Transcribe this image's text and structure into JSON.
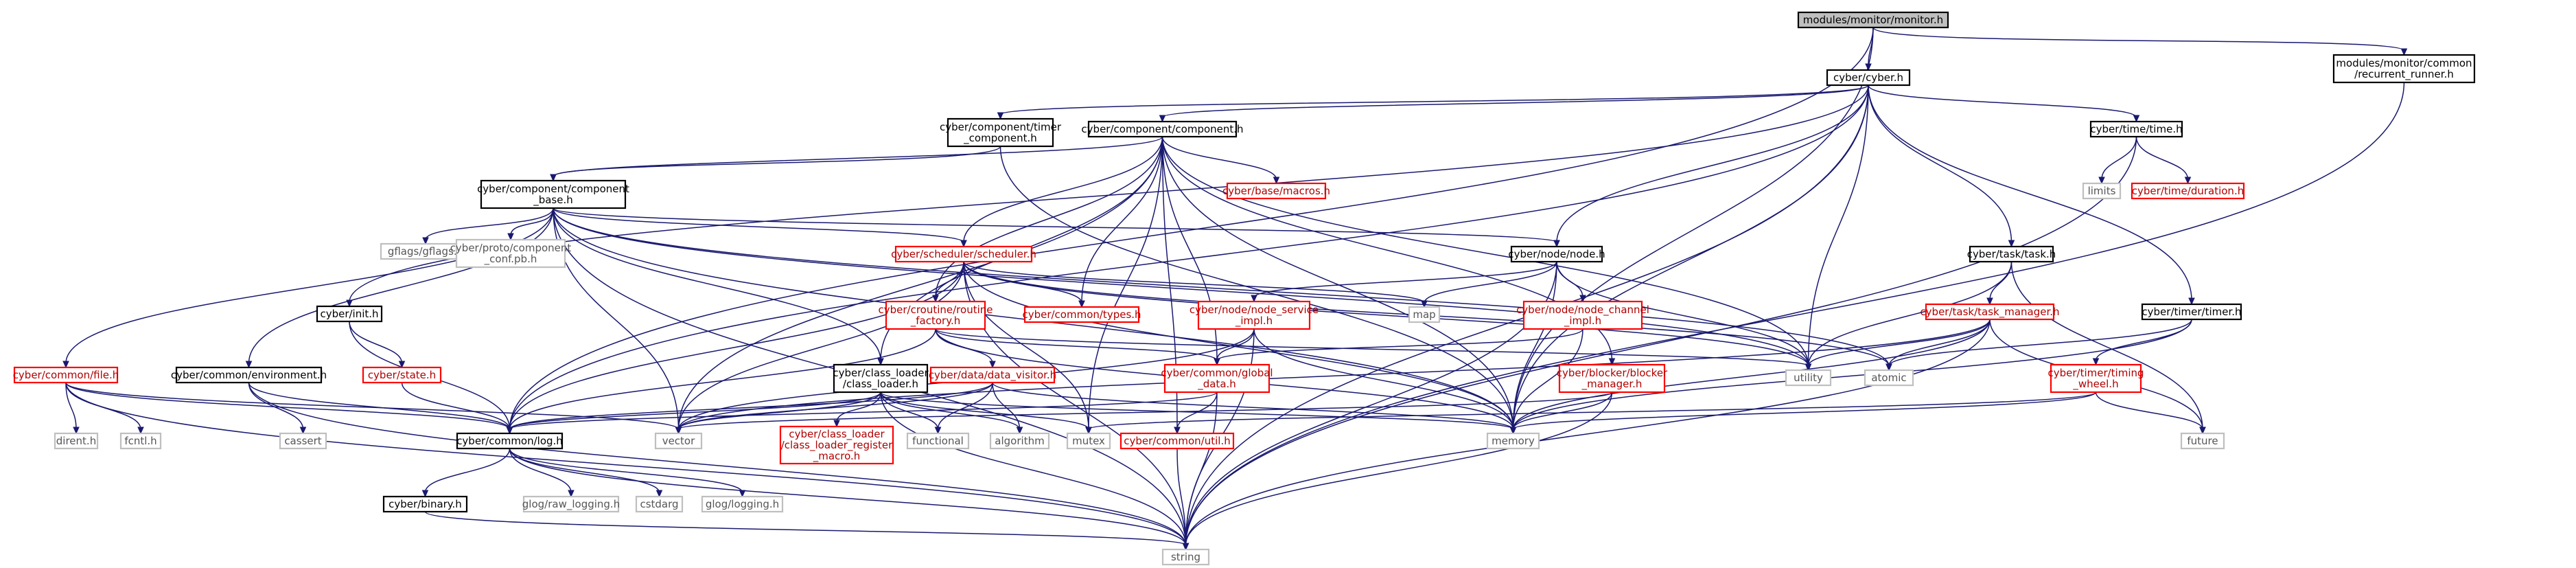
{
  "nodes": [
    {
      "id": "root",
      "label": [
        "modules/monitor/monitor.h"
      ],
      "kind": "root"
    },
    {
      "id": "cyber",
      "label": [
        "cyber/cyber.h"
      ],
      "kind": "black"
    },
    {
      "id": "recurrent",
      "label": [
        "modules/monitor/common",
        "/recurrent_runner.h"
      ],
      "kind": "black"
    },
    {
      "id": "timer_comp",
      "label": [
        "cyber/component/timer",
        "_component.h"
      ],
      "kind": "black"
    },
    {
      "id": "component",
      "label": [
        "cyber/component/component.h"
      ],
      "kind": "black"
    },
    {
      "id": "time",
      "label": [
        "cyber/time/time.h"
      ],
      "kind": "black"
    },
    {
      "id": "comp_base",
      "label": [
        "cyber/component/component",
        "_base.h"
      ],
      "kind": "black"
    },
    {
      "id": "macros",
      "label": [
        "cyber/base/macros.h"
      ],
      "kind": "red"
    },
    {
      "id": "limits",
      "label": [
        "limits"
      ],
      "kind": "grey"
    },
    {
      "id": "duration",
      "label": [
        "cyber/time/duration.h"
      ],
      "kind": "red"
    },
    {
      "id": "gflags",
      "label": [
        "gflags/gflags.h"
      ],
      "kind": "grey"
    },
    {
      "id": "proto_conf",
      "label": [
        "cyber/proto/component",
        "_conf.pb.h"
      ],
      "kind": "grey"
    },
    {
      "id": "scheduler",
      "label": [
        "cyber/scheduler/scheduler.h"
      ],
      "kind": "red"
    },
    {
      "id": "node",
      "label": [
        "cyber/node/node.h"
      ],
      "kind": "black"
    },
    {
      "id": "task",
      "label": [
        "cyber/task/task.h"
      ],
      "kind": "black"
    },
    {
      "id": "init",
      "label": [
        "cyber/init.h"
      ],
      "kind": "black"
    },
    {
      "id": "routine_factory",
      "label": [
        "cyber/croutine/routine",
        "_factory.h"
      ],
      "kind": "red"
    },
    {
      "id": "common_types",
      "label": [
        "cyber/common/types.h"
      ],
      "kind": "red"
    },
    {
      "id": "map",
      "label": [
        "map"
      ],
      "kind": "grey"
    },
    {
      "id": "node_service",
      "label": [
        "cyber/node/node_service",
        "_impl.h"
      ],
      "kind": "red"
    },
    {
      "id": "node_channel",
      "label": [
        "cyber/node/node_channel",
        "_impl.h"
      ],
      "kind": "red"
    },
    {
      "id": "task_manager",
      "label": [
        "cyber/task/task_manager.h"
      ],
      "kind": "red"
    },
    {
      "id": "timer",
      "label": [
        "cyber/timer/timer.h"
      ],
      "kind": "black"
    },
    {
      "id": "common_file",
      "label": [
        "cyber/common/file.h"
      ],
      "kind": "red"
    },
    {
      "id": "environment",
      "label": [
        "cyber/common/environment.h"
      ],
      "kind": "black"
    },
    {
      "id": "state",
      "label": [
        "cyber/state.h"
      ],
      "kind": "red"
    },
    {
      "id": "class_loader",
      "label": [
        "cyber/class_loader",
        "/class_loader.h"
      ],
      "kind": "black"
    },
    {
      "id": "data_visitor",
      "label": [
        "cyber/data/data_visitor.h"
      ],
      "kind": "red"
    },
    {
      "id": "global_data",
      "label": [
        "cyber/common/global",
        "_data.h"
      ],
      "kind": "red"
    },
    {
      "id": "utility",
      "label": [
        "utility"
      ],
      "kind": "grey"
    },
    {
      "id": "atomic",
      "label": [
        "atomic"
      ],
      "kind": "grey"
    },
    {
      "id": "blocker_mgr",
      "label": [
        "cyber/blocker/blocker",
        "_manager.h"
      ],
      "kind": "red"
    },
    {
      "id": "timing_wheel",
      "label": [
        "cyber/timer/timing",
        "_wheel.h"
      ],
      "kind": "red"
    },
    {
      "id": "dirent",
      "label": [
        "dirent.h"
      ],
      "kind": "grey"
    },
    {
      "id": "fcntl",
      "label": [
        "fcntl.h"
      ],
      "kind": "grey"
    },
    {
      "id": "cassert",
      "label": [
        "cassert"
      ],
      "kind": "grey"
    },
    {
      "id": "log",
      "label": [
        "cyber/common/log.h"
      ],
      "kind": "black"
    },
    {
      "id": "vector",
      "label": [
        "vector"
      ],
      "kind": "grey"
    },
    {
      "id": "functional",
      "label": [
        "functional"
      ],
      "kind": "grey"
    },
    {
      "id": "algorithm",
      "label": [
        "algorithm"
      ],
      "kind": "grey"
    },
    {
      "id": "mutex",
      "label": [
        "mutex"
      ],
      "kind": "grey"
    },
    {
      "id": "memory",
      "label": [
        "memory"
      ],
      "kind": "grey"
    },
    {
      "id": "future",
      "label": [
        "future"
      ],
      "kind": "grey"
    },
    {
      "id": "cl_register",
      "label": [
        "cyber/class_loader",
        "/class_loader_register",
        "_macro.h"
      ],
      "kind": "red"
    },
    {
      "id": "common_util",
      "label": [
        "cyber/common/util.h"
      ],
      "kind": "red"
    },
    {
      "id": "binary",
      "label": [
        "cyber/binary.h"
      ],
      "kind": "black"
    },
    {
      "id": "raw_logging",
      "label": [
        "glog/raw_logging.h"
      ],
      "kind": "grey"
    },
    {
      "id": "cstdarg",
      "label": [
        "cstdarg"
      ],
      "kind": "grey"
    },
    {
      "id": "glog_logging",
      "label": [
        "glog/logging.h"
      ],
      "kind": "grey"
    },
    {
      "id": "string",
      "label": [
        "string"
      ],
      "kind": "grey"
    }
  ],
  "edges": [
    [
      "root",
      "cyber"
    ],
    [
      "root",
      "recurrent"
    ],
    [
      "root",
      "log"
    ],
    [
      "root",
      "memory"
    ],
    [
      "recurrent",
      "string"
    ],
    [
      "cyber",
      "timer_comp"
    ],
    [
      "cyber",
      "component"
    ],
    [
      "cyber",
      "time"
    ],
    [
      "cyber",
      "node"
    ],
    [
      "cyber",
      "task"
    ],
    [
      "cyber",
      "timer"
    ],
    [
      "cyber",
      "init"
    ],
    [
      "cyber",
      "log"
    ],
    [
      "cyber",
      "memory"
    ],
    [
      "cyber",
      "string"
    ],
    [
      "cyber",
      "utility"
    ],
    [
      "timer_comp",
      "comp_base"
    ],
    [
      "timer_comp",
      "memory"
    ],
    [
      "component",
      "comp_base"
    ],
    [
      "component",
      "macros"
    ],
    [
      "component",
      "scheduler"
    ],
    [
      "component",
      "routine_factory"
    ],
    [
      "component",
      "common_types"
    ],
    [
      "component",
      "global_data"
    ],
    [
      "component",
      "class_loader"
    ],
    [
      "component",
      "blocker_mgr"
    ],
    [
      "component",
      "vector"
    ],
    [
      "component",
      "utility"
    ],
    [
      "component",
      "memory"
    ],
    [
      "component",
      "mutex"
    ],
    [
      "component",
      "common_util"
    ],
    [
      "time",
      "limits"
    ],
    [
      "time",
      "duration"
    ],
    [
      "time",
      "string"
    ],
    [
      "comp_base",
      "gflags"
    ],
    [
      "comp_base",
      "proto_conf"
    ],
    [
      "comp_base",
      "scheduler"
    ],
    [
      "comp_base",
      "node"
    ],
    [
      "comp_base",
      "common_file"
    ],
    [
      "comp_base",
      "environment"
    ],
    [
      "comp_base",
      "class_loader"
    ],
    [
      "comp_base",
      "vector"
    ],
    [
      "comp_base",
      "memory"
    ],
    [
      "comp_base",
      "atomic"
    ],
    [
      "comp_base",
      "string"
    ],
    [
      "comp_base",
      "utility"
    ],
    [
      "scheduler",
      "routine_factory"
    ],
    [
      "scheduler",
      "common_types"
    ],
    [
      "scheduler",
      "map"
    ],
    [
      "scheduler",
      "log"
    ],
    [
      "scheduler",
      "vector"
    ],
    [
      "scheduler",
      "memory"
    ],
    [
      "scheduler",
      "atomic"
    ],
    [
      "scheduler",
      "mutex"
    ],
    [
      "scheduler",
      "string"
    ],
    [
      "scheduler",
      "utility"
    ],
    [
      "node",
      "node_service"
    ],
    [
      "node",
      "node_channel"
    ],
    [
      "node",
      "map"
    ],
    [
      "node",
      "memory"
    ],
    [
      "node",
      "utility"
    ],
    [
      "node",
      "string"
    ],
    [
      "task",
      "task_manager"
    ],
    [
      "task",
      "future"
    ],
    [
      "task",
      "utility"
    ],
    [
      "init",
      "state"
    ],
    [
      "init",
      "log"
    ],
    [
      "routine_factory",
      "data_visitor"
    ],
    [
      "routine_factory",
      "global_data"
    ],
    [
      "routine_factory",
      "log"
    ],
    [
      "routine_factory",
      "memory"
    ],
    [
      "routine_factory",
      "utility"
    ],
    [
      "node_service",
      "global_data"
    ],
    [
      "node_service",
      "vector"
    ],
    [
      "node_service",
      "memory"
    ],
    [
      "node_service",
      "string"
    ],
    [
      "node_channel",
      "global_data"
    ],
    [
      "node_channel",
      "memory"
    ],
    [
      "task_manager",
      "atomic"
    ],
    [
      "task_manager",
      "future"
    ],
    [
      "task_manager",
      "memory"
    ],
    [
      "task_manager",
      "string"
    ],
    [
      "task_manager",
      "utility"
    ],
    [
      "task_manager",
      "vector"
    ],
    [
      "timer",
      "timing_wheel"
    ],
    [
      "timer",
      "atomic"
    ],
    [
      "timer",
      "memory"
    ],
    [
      "common_file",
      "dirent"
    ],
    [
      "common_file",
      "fcntl"
    ],
    [
      "common_file",
      "log"
    ],
    [
      "common_file",
      "vector"
    ],
    [
      "common_file",
      "string"
    ],
    [
      "environment",
      "cassert"
    ],
    [
      "environment",
      "log"
    ],
    [
      "environment",
      "string"
    ],
    [
      "state",
      "log"
    ],
    [
      "class_loader",
      "cl_register"
    ],
    [
      "class_loader",
      "log"
    ],
    [
      "class_loader",
      "functional"
    ],
    [
      "class_loader",
      "algorithm"
    ],
    [
      "class_loader",
      "mutex"
    ],
    [
      "class_loader",
      "memory"
    ],
    [
      "class_loader",
      "vector"
    ],
    [
      "class_loader",
      "string"
    ],
    [
      "data_visitor",
      "log"
    ],
    [
      "data_visitor",
      "vector"
    ],
    [
      "data_visitor",
      "algorithm"
    ],
    [
      "data_visitor",
      "functional"
    ],
    [
      "data_visitor",
      "memory"
    ],
    [
      "global_data",
      "common_util"
    ],
    [
      "global_data",
      "log"
    ],
    [
      "global_data",
      "string"
    ],
    [
      "blocker_mgr",
      "memory"
    ],
    [
      "blocker_mgr",
      "vector"
    ],
    [
      "blocker_mgr",
      "string"
    ],
    [
      "timing_wheel",
      "future"
    ],
    [
      "timing_wheel",
      "memory"
    ],
    [
      "timing_wheel",
      "mutex"
    ],
    [
      "common_util",
      "string"
    ],
    [
      "log",
      "binary"
    ],
    [
      "log",
      "raw_logging"
    ],
    [
      "log",
      "cstdarg"
    ],
    [
      "log",
      "glog_logging"
    ],
    [
      "log",
      "string"
    ],
    [
      "binary",
      "string"
    ]
  ]
}
